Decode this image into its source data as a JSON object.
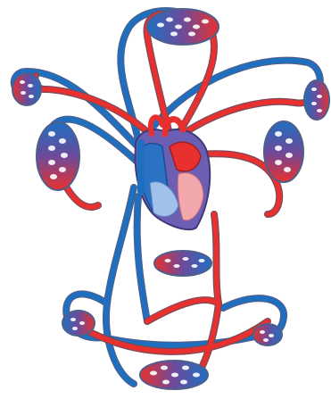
{
  "diagram": {
    "colors": {
      "oxygenated": "#e8312e",
      "deoxygenated": "#1f6fc1",
      "vessel_outline": "#5b6f9a",
      "capillary_mesh": "#2f2f66",
      "heart_right": "#9fc1ea",
      "heart_left": "#f2a7ad",
      "heart_body": "#6c5fb3",
      "background": "#ffffff"
    },
    "capillary_beds": [
      "top-lungs",
      "upper-left",
      "upper-right",
      "mid-left",
      "mid-right",
      "center-organ",
      "lower-left",
      "lower-right",
      "bottom-legs"
    ]
  }
}
